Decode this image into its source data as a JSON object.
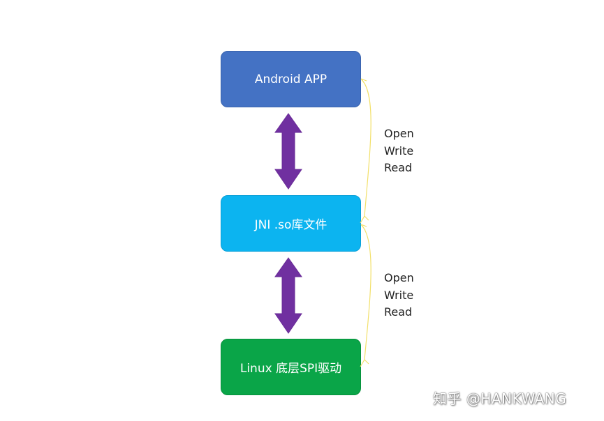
{
  "diagram": {
    "nodes": [
      {
        "id": "app",
        "label": "Android APP",
        "color": "#4472c4"
      },
      {
        "id": "jni",
        "label": "JNI .so库文件",
        "color": "#0cb4f0"
      },
      {
        "id": "driver",
        "label": "Linux 底层SPI驱动",
        "color": "#0aa548"
      }
    ],
    "arrows": [
      {
        "from": "app",
        "to": "jni",
        "type": "bidirectional",
        "color": "#7030a0"
      },
      {
        "from": "jni",
        "to": "driver",
        "type": "bidirectional",
        "color": "#7030a0"
      }
    ],
    "brackets": [
      {
        "from": "app",
        "to": "jni",
        "color": "#f2e06a",
        "ops": [
          "Open",
          "Write",
          "Read"
        ]
      },
      {
        "from": "jni",
        "to": "driver",
        "color": "#f2e06a",
        "ops": [
          "Open",
          "Write",
          "Read"
        ]
      }
    ]
  },
  "watermark": "知乎 @HANKWANG"
}
